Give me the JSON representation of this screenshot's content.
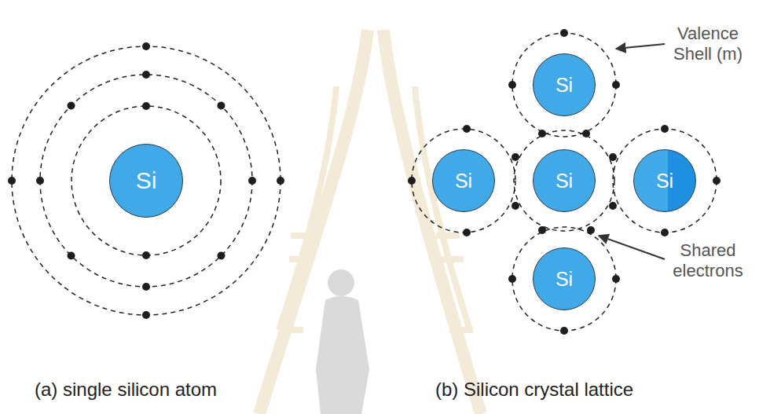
{
  "diagram": {
    "nodes": [
      {
        "text": [
          "Si"
        ]
      },
      {
        "text": [
          "Si"
        ]
      },
      {
        "text": [
          "Si"
        ]
      },
      {
        "text": [
          "Si"
        ]
      },
      {
        "text": [
          "Si"
        ]
      },
      {
        "text": [
          "Si"
        ]
      }
    ],
    "labels": [
      "Valence Shell (m)",
      "Shared electrons",
      "(a) single silicon atom",
      "(b) Silicon crystal lattice"
    ]
  }
}
